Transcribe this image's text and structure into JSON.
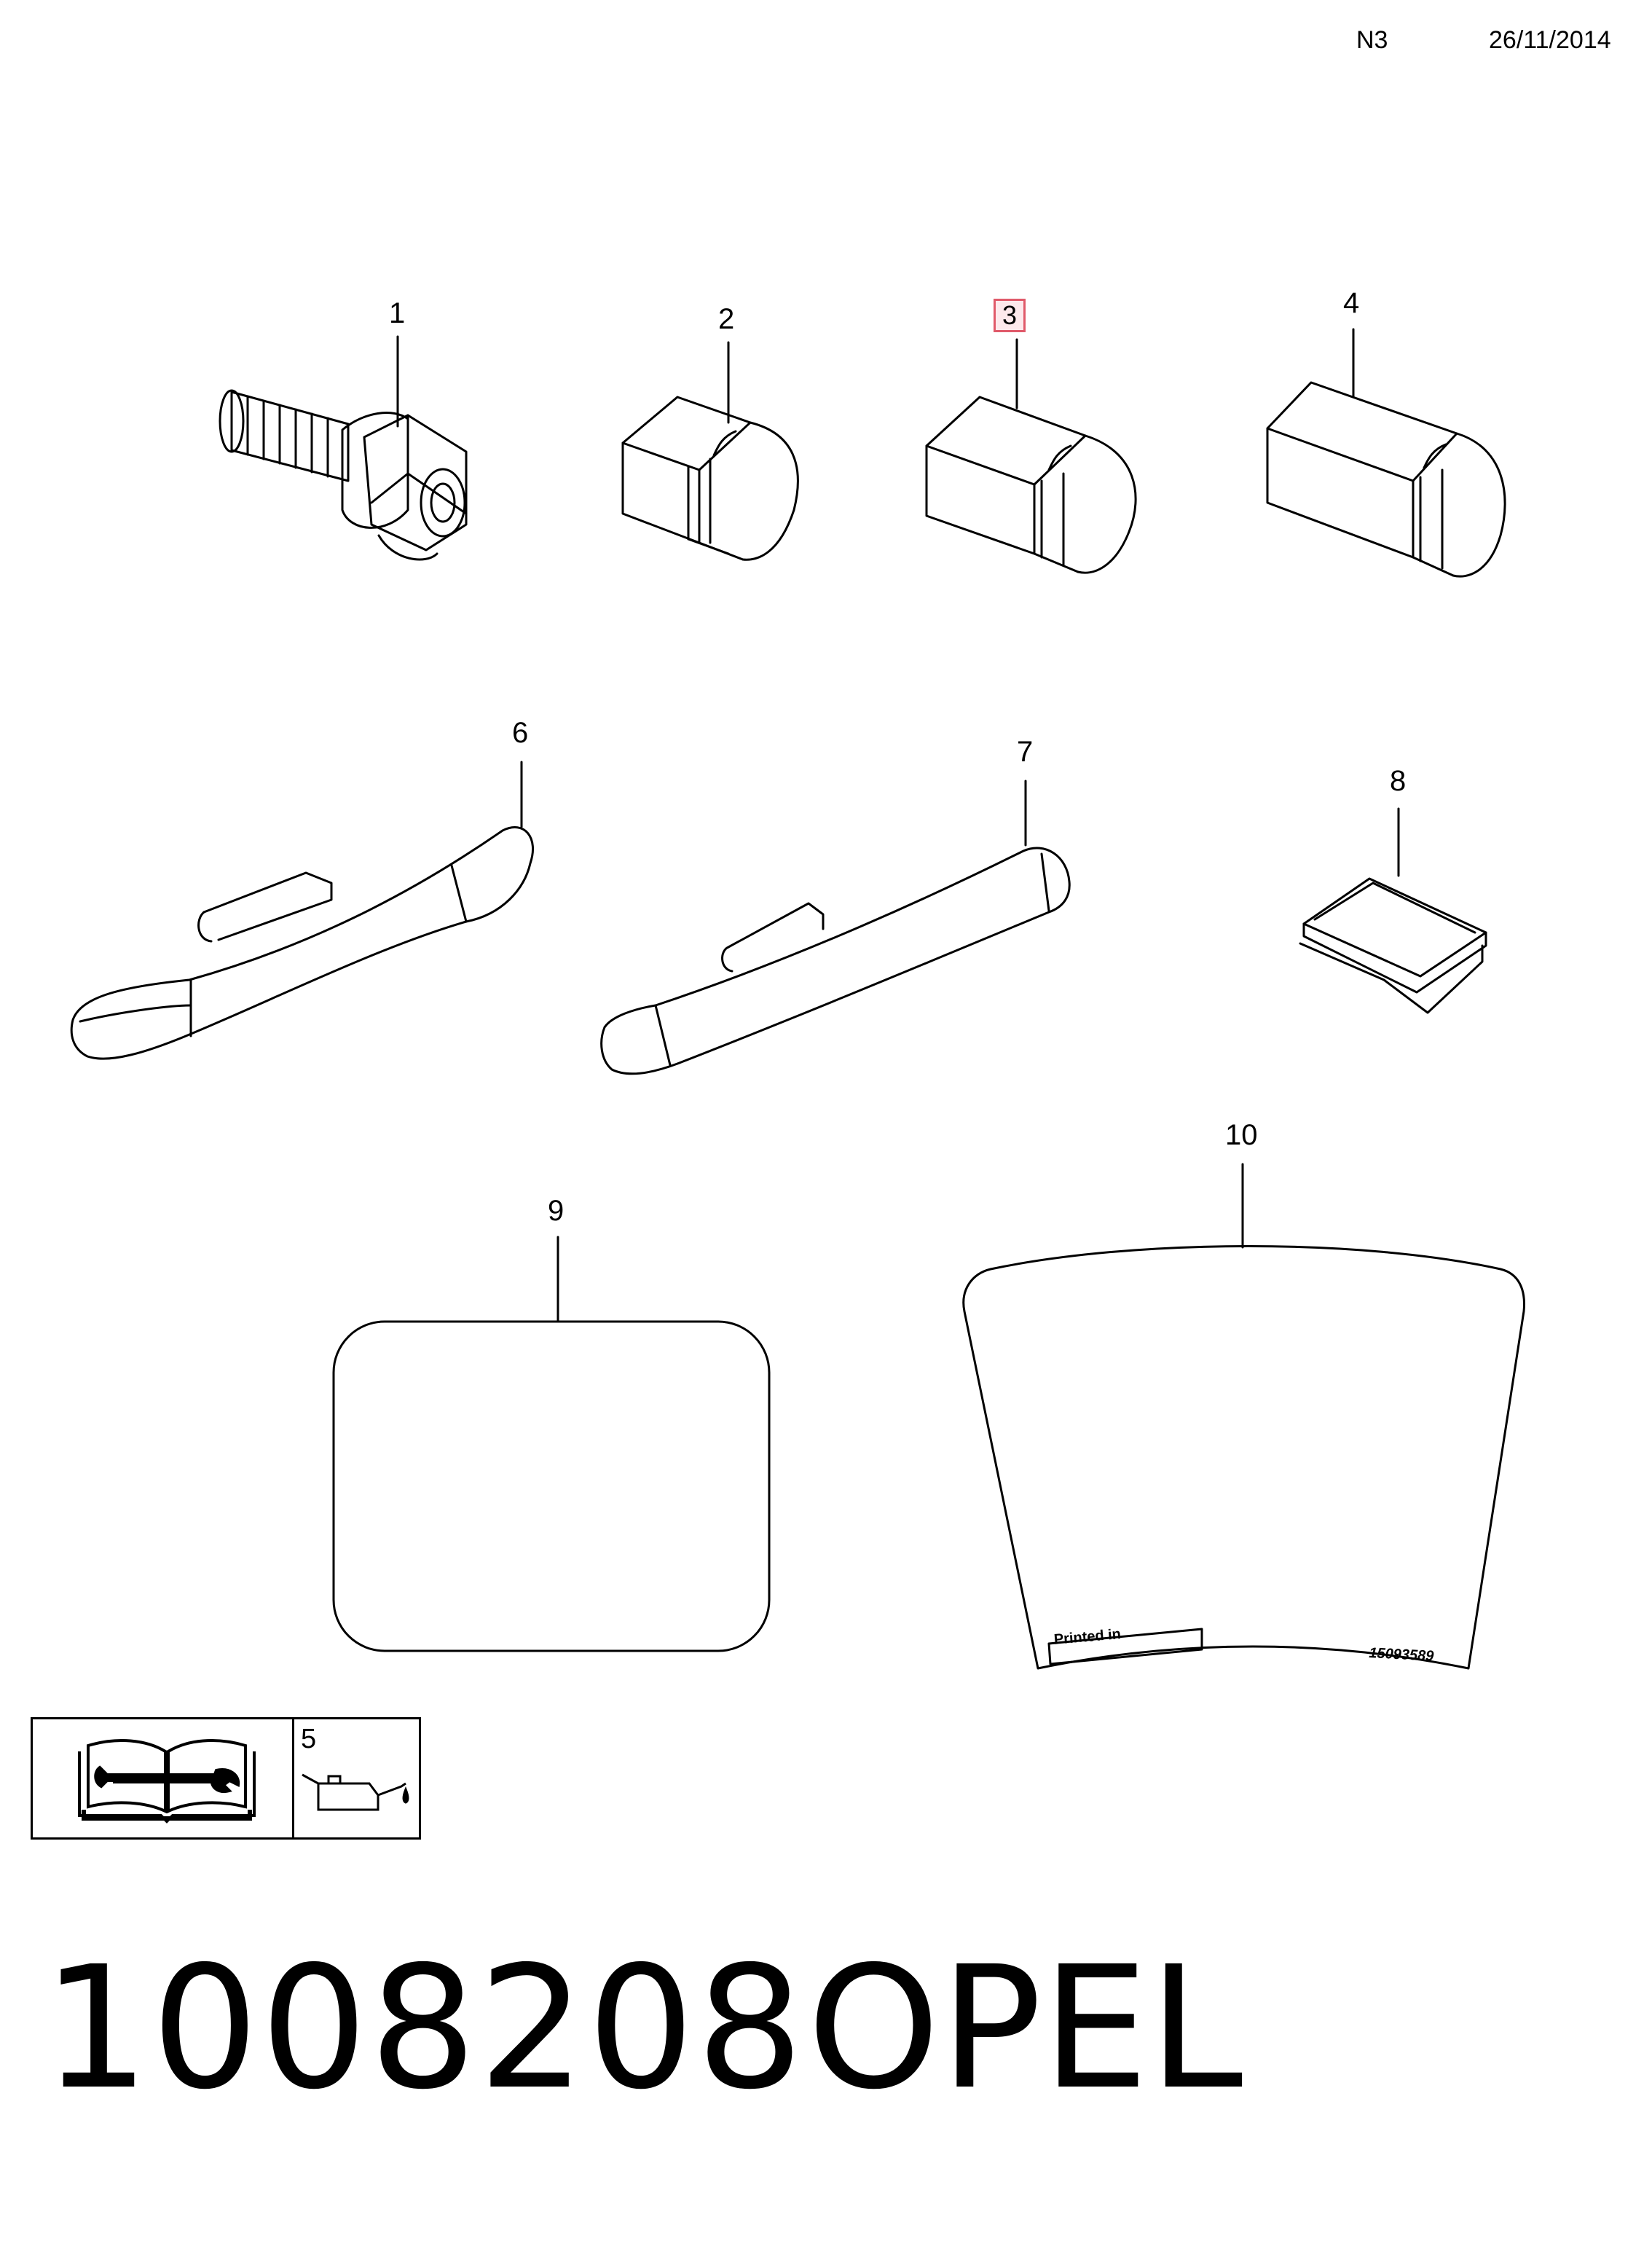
{
  "header": {
    "code": "N3",
    "date": "26/11/2014"
  },
  "callouts": [
    "1",
    "2",
    "3",
    "4",
    "6",
    "7",
    "8",
    "9",
    "10"
  ],
  "highlighted_callout": "3",
  "highlight_color": "#e05a6a",
  "label_10": {
    "left": "Printed in",
    "right": "15093589"
  },
  "legend": {
    "number": "5",
    "icons": [
      "service-manual-icon",
      "oil-can-icon"
    ]
  },
  "footer": {
    "part_number": "1008208",
    "brand": "OPEL"
  }
}
